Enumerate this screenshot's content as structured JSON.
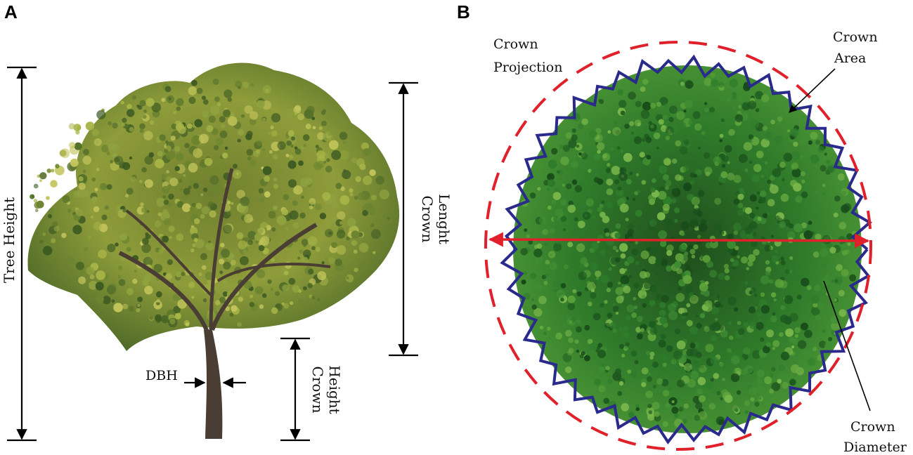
{
  "panels": {
    "a": {
      "letter": "A",
      "labels": {
        "tree_height": "Tree Height",
        "dbh": "DBH",
        "crown_length_1": "Crown",
        "crown_length_2": "Lenght",
        "crown_height_1": "Crown",
        "crown_height_2": "Height"
      }
    },
    "b": {
      "letter": "B",
      "labels": {
        "crown_projection_1": "Crown",
        "crown_projection_2": "Projection",
        "crown_area_1": "Crown",
        "crown_area_2": "Area",
        "crown_diameter_1": "Crown",
        "crown_diameter_2": "Diameter"
      }
    }
  },
  "colors": {
    "projection_circle": "#e0202a",
    "crown_outline": "#2a2a8c",
    "diameter_arrow": "#e0202a",
    "foliage_side_dark": "#3d5a22",
    "foliage_side_light": "#a7b447",
    "foliage_top_dark": "#1d5a1f",
    "foliage_top_light": "#5fa43c",
    "trunk": "#4a3d33"
  }
}
